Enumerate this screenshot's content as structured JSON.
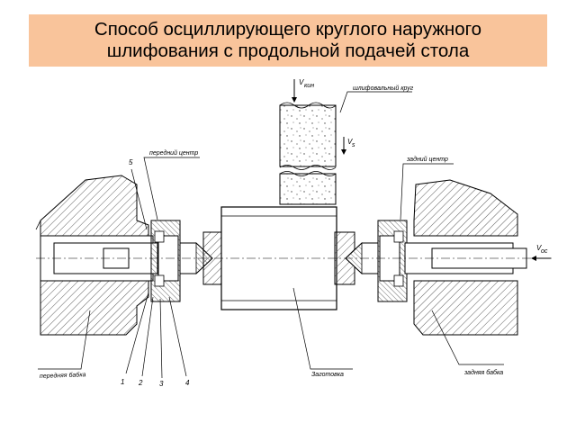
{
  "title": {
    "line1": "Способ осциллирующего круглого наружного",
    "line2": "шлифования с продольной подачей стола"
  },
  "labels": {
    "grinding_wheel": "шлифовальный круг",
    "front_center": "передний центр",
    "rear_center": "задний центр",
    "headstock": "передняя бабка",
    "workpiece": "Заготовка",
    "tailstock": "задняя бабка",
    "v_wheel": "V",
    "v_wheel_sub": "кин",
    "v_feed": "V",
    "v_feed_sub": "s",
    "v_table": "V",
    "v_table_sub": "ос",
    "callout_5": "5",
    "callout_1": "1",
    "callout_2": "2",
    "callout_3": "3",
    "callout_4": "4"
  },
  "colors": {
    "title_background": "#f9c49b",
    "line": "#000000",
    "hatch": "#333333"
  }
}
